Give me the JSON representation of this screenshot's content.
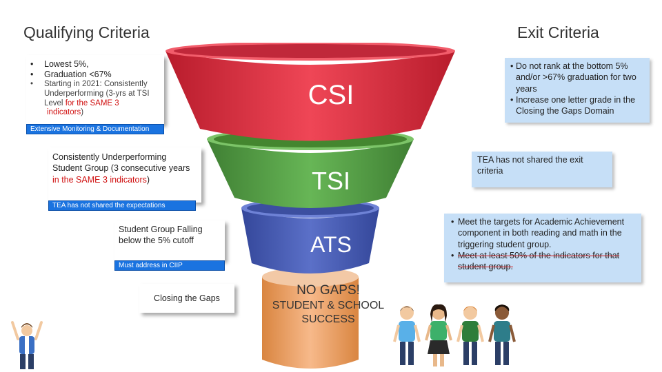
{
  "headings": {
    "qualifying": "Qualifying Criteria",
    "exit": "Exit Criteria"
  },
  "csi_box": {
    "items": [
      "Lowest 5%,",
      "Graduation <67%"
    ],
    "item3_part1": "Starting in 2021: Consistently Underperforming (3-yrs at TSI Level ",
    "item3_red": "for the SAME 3",
    "item3_red2": "indicators",
    "item3_end": ")"
  },
  "bars": {
    "csi": "Extensive Monitoring & Documentation",
    "tsi": "TEA has not shared the expectations",
    "ats": "Must address in CIIP"
  },
  "tsi_box": {
    "text_part1": "Consistently Underperforming Student Group (3 consecutive years ",
    "text_red": "in the SAME 3 indicators",
    "text_end": ")"
  },
  "ats_box": {
    "text": "Student Group Falling below the 5% cutoff"
  },
  "gaps_box": {
    "text": "Closing the Gaps"
  },
  "funnel": {
    "csi": "CSI",
    "tsi": "TSI",
    "ats": "ATS",
    "base_line1": "NO GAPS!",
    "base_line2": "STUDENT & SCHOOL",
    "base_line3": "SUCCESS"
  },
  "exit_csi": [
    "Do not rank at the bottom 5% and/or >67% graduation for two years",
    "Increase one letter grade in the Closing the Gaps Domain"
  ],
  "exit_tsi": "TEA has not shared the exit criteria",
  "exit_ats": [
    "Meet the targets for Academic Achievement component in both reading and math in the triggering student group.",
    "Meet at least 50% of the indicators for that student group."
  ],
  "colors": {
    "csi": "#e8394a",
    "tsi": "#5aa84a",
    "ats": "#4e63b8",
    "base": "#f0a56a",
    "bar": "#1a73e0",
    "callout": "#c6dff7"
  }
}
